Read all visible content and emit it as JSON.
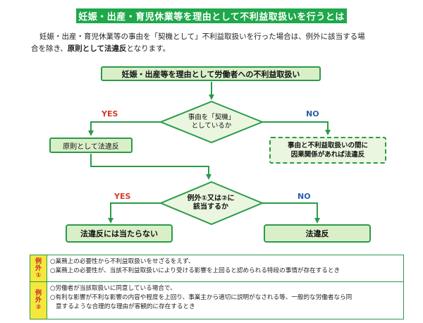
{
  "title": "妊娠・出産・育児休業等を理由として不利益取扱いを行うとは",
  "intro": {
    "line1": "妊娠・出産・育児休業等の事由を「契機として」不利益取扱いを行った場合は、例外に該当する場",
    "line2_pre": "合を除き、",
    "line2_bold": "原則として法違反",
    "line2_post": "となります。"
  },
  "flow": {
    "main_box": "妊娠・出産等を理由として労働者への不利益取扱い",
    "decision1_line1": "事由を「契機」",
    "decision1_line2": "としているか",
    "yes_label": "YES",
    "no_label": "NO",
    "rule_box": "原則として法違反",
    "causal_box_line1": "事由と不利益取扱いの間に",
    "causal_box_line2": "因果関係があれば法違反",
    "decision2_line1": "例外①又は②に",
    "decision2_line2": "該当するか",
    "not_illegal_box": "法違反には当たらない",
    "illegal_box": "法違反"
  },
  "exceptions": [
    {
      "head": [
        "例",
        "外",
        "①"
      ],
      "items": [
        "○業務上の必要性から不利益取扱いをせざるをえず、",
        "○業務上の必要性が、当該不利益取扱いにより受ける影響を上回ると認められる特段の事情が存在するとき"
      ]
    },
    {
      "head": [
        "例",
        "外",
        "②"
      ],
      "items": [
        "○労働者が当該取扱いに同意している場合で、",
        "○有利な影響が不利な影響の内容や程度を上回り、事業主から適切に説明がなされる等、一般的な労働者なら同",
        "意するような合理的な理由が客観的に存在するとき"
      ]
    }
  ],
  "colors": {
    "green": "#1ea84a",
    "box_fill": "#d9efc8",
    "yes": "#d63a2c",
    "no": "#2a5fa8",
    "exception_head": "#f4e83c"
  }
}
